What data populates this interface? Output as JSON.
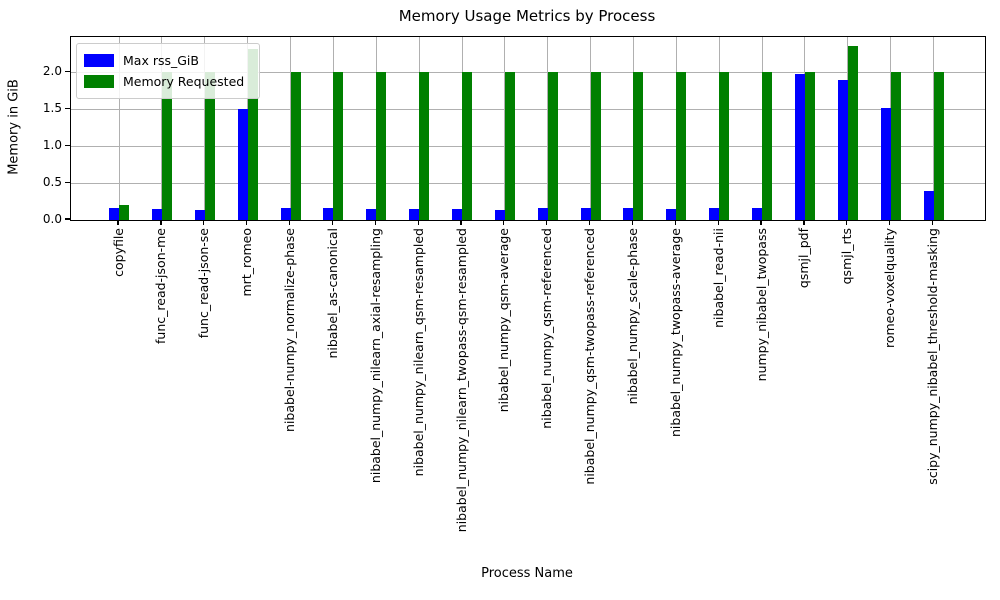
{
  "chart_data": {
    "type": "bar",
    "title": "Memory Usage Metrics by Process",
    "xlabel": "Process Name",
    "ylabel": "Memory in GiB",
    "categories": [
      "copyfile",
      "func_read-json-me",
      "func_read-json-se",
      "mrt_romeo",
      "nibabel-numpy_normalize-phase",
      "nibabel_as-canonical",
      "nibabel_numpy_nilearn_axial-resampling",
      "nibabel_numpy_nilearn_qsm-resampled",
      "nibabel_numpy_nilearn_twopass-qsm-resampled",
      "nibabel_numpy_qsm-average",
      "nibabel_numpy_qsm-referenced",
      "nibabel_numpy_qsm-twopass-referenced",
      "nibabel_numpy_scale-phase",
      "nibabel_numpy_twopass-average",
      "nibabel_read-nii",
      "numpy_nibabel_twopass",
      "qsmjl_pdf",
      "qsmjl_rts",
      "romeo-voxelquality",
      "scipy_numpy_nibabel_threshold-masking"
    ],
    "series": [
      {
        "name": "Max rss_GiB",
        "color": "#0000ff",
        "values": [
          0.16,
          0.15,
          0.14,
          1.51,
          0.16,
          0.16,
          0.15,
          0.15,
          0.15,
          0.14,
          0.16,
          0.16,
          0.16,
          0.15,
          0.16,
          0.16,
          1.98,
          1.9,
          1.52,
          0.39
        ]
      },
      {
        "name": "Memory Requested",
        "color": "#008000",
        "values": [
          0.21,
          2.0,
          2.0,
          2.32,
          2.0,
          2.0,
          2.0,
          2.0,
          2.0,
          2.0,
          2.0,
          2.0,
          2.0,
          2.0,
          2.0,
          2.0,
          2.0,
          2.36,
          2.0,
          2.0
        ]
      }
    ],
    "yticks": [
      0.0,
      0.5,
      1.0,
      1.5,
      2.0
    ],
    "ylim": [
      0,
      2.48
    ],
    "grid": true,
    "grid_color": "#b0b0b0",
    "legend_position": "upper left"
  }
}
